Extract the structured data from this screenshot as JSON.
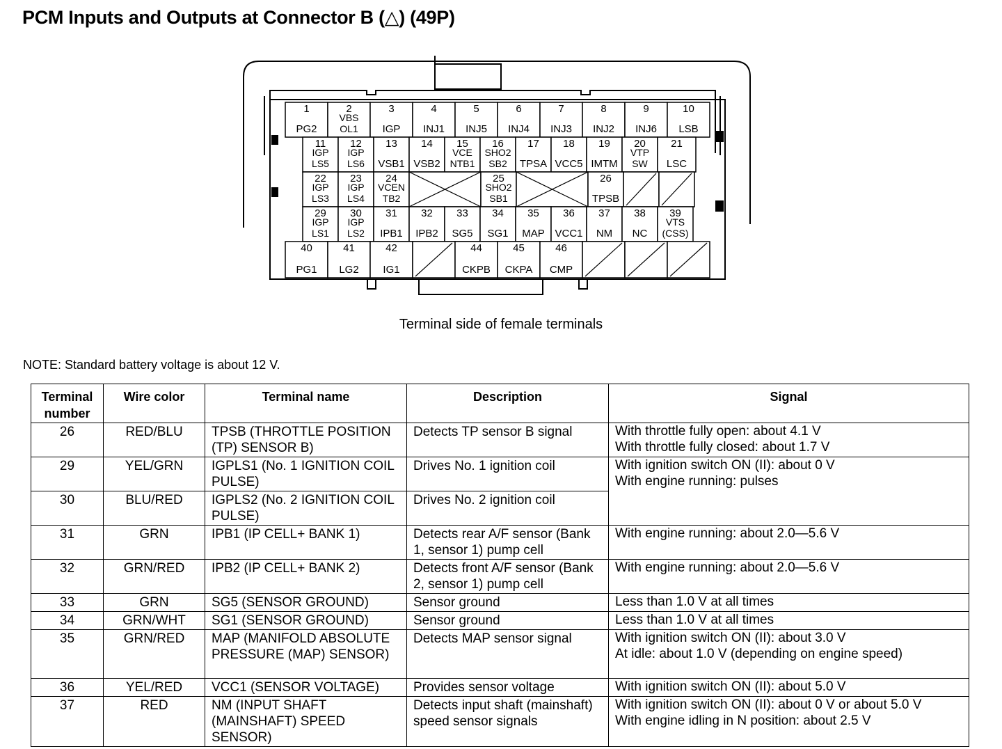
{
  "page": {
    "title": "PCM Inputs and Outputs at Connector B (",
    "title_symbol": "△",
    "title_suffix": ") (49P)",
    "caption": "Terminal side of female terminals",
    "note": "NOTE: Standard battery voltage is about 12 V."
  },
  "connector": {
    "row1": [
      {
        "num": "1",
        "label": "PG2"
      },
      {
        "num": "2",
        "label": "VBS\nOL1"
      },
      {
        "num": "3",
        "label": "IGP"
      },
      {
        "num": "4",
        "label": "INJ1"
      },
      {
        "num": "5",
        "label": "INJ5"
      },
      {
        "num": "6",
        "label": "INJ4"
      },
      {
        "num": "7",
        "label": "INJ3"
      },
      {
        "num": "8",
        "label": "INJ2"
      },
      {
        "num": "9",
        "label": "INJ6"
      },
      {
        "num": "10",
        "label": "LSB"
      }
    ],
    "row2": [
      {
        "num": "11",
        "label": "IGP\nLS5"
      },
      {
        "num": "12",
        "label": "IGP\nLS6"
      },
      {
        "num": "13",
        "label": "VSB1"
      },
      {
        "num": "14",
        "label": "VSB2"
      },
      {
        "num": "15",
        "label": "VCE\nNTB1"
      },
      {
        "num": "16",
        "label": "SHO2\nSB2"
      },
      {
        "num": "17",
        "label": "TPSA"
      },
      {
        "num": "18",
        "label": "VCC5"
      },
      {
        "num": "19",
        "label": "IMTM"
      },
      {
        "num": "20",
        "label": "VTP\nSW"
      },
      {
        "num": "21",
        "label": "LSC"
      }
    ],
    "row3": [
      {
        "num": "22",
        "label": "IGP\nLS3"
      },
      {
        "num": "23",
        "label": "IGP\nLS4"
      },
      {
        "num": "24",
        "label": "VCEN\nTB2"
      },
      {
        "num": "",
        "label": "",
        "empty": "x"
      },
      {
        "num": "25",
        "label": "SHO2\nSB1"
      },
      {
        "num": "",
        "label": "",
        "empty": "x"
      },
      {
        "num": "26",
        "label": "TPSB"
      },
      {
        "num": "",
        "label": "",
        "empty": "slash"
      },
      {
        "num": "",
        "label": "",
        "empty": "slash"
      }
    ],
    "row4": [
      {
        "num": "29",
        "label": "IGP\nLS1"
      },
      {
        "num": "30",
        "label": "IGP\nLS2"
      },
      {
        "num": "31",
        "label": "IPB1"
      },
      {
        "num": "32",
        "label": "IPB2"
      },
      {
        "num": "33",
        "label": "SG5"
      },
      {
        "num": "34",
        "label": "SG1"
      },
      {
        "num": "35",
        "label": "MAP"
      },
      {
        "num": "36",
        "label": "VCC1"
      },
      {
        "num": "37",
        "label": "NM"
      },
      {
        "num": "38",
        "label": "NC"
      },
      {
        "num": "39",
        "label": "VTS\n(CSS)"
      }
    ],
    "row5": [
      {
        "num": "40",
        "label": "PG1"
      },
      {
        "num": "41",
        "label": "LG2"
      },
      {
        "num": "42",
        "label": "IG1"
      },
      {
        "num": "",
        "label": "",
        "empty": "slash"
      },
      {
        "num": "44",
        "label": "CKPB"
      },
      {
        "num": "45",
        "label": "CKPA"
      },
      {
        "num": "46",
        "label": "CMP"
      },
      {
        "num": "",
        "label": "",
        "empty": "slash"
      },
      {
        "num": "",
        "label": "",
        "empty": "slash"
      },
      {
        "num": "",
        "label": "",
        "empty": "slash"
      }
    ]
  },
  "table": {
    "headers": [
      "Terminal number",
      "Wire color",
      "Terminal name",
      "Description",
      "Signal"
    ],
    "rows": [
      {
        "num": "26",
        "color": "RED/BLU",
        "name": "TPSB (THROTTLE POSITION (TP) SENSOR B)",
        "desc": "Detects TP sensor B signal",
        "signal": [
          "With throttle fully open: about 4.1 V",
          "With throttle fully closed: about 1.7 V"
        ]
      },
      {
        "num": "29",
        "color": "YEL/GRN",
        "name": "IGPLS1 (No. 1 IGNITION COIL PULSE)",
        "desc": "Drives No. 1 ignition coil",
        "signal": [
          "With ignition switch ON (II): about 0 V",
          "With engine running: pulses"
        ]
      },
      {
        "num": "30",
        "color": "BLU/RED",
        "name": "IGPLS2 (No. 2 IGNITION COIL PULSE)",
        "desc": "Drives No. 2 ignition coil"
      },
      {
        "num": "31",
        "color": "GRN",
        "name": "IPB1 (IP CELL+ BANK 1)",
        "desc": "Detects rear A/F sensor (Bank 1, sensor 1) pump cell",
        "signal": [
          "With engine running: about 2.0—5.6 V"
        ]
      },
      {
        "num": "32",
        "color": "GRN/RED",
        "name": "IPB2 (IP CELL+ BANK 2)",
        "desc": "Detects front A/F sensor (Bank 2, sensor 1) pump cell",
        "signal": [
          "With engine running: about 2.0—5.6 V"
        ]
      },
      {
        "num": "33",
        "color": "GRN",
        "name": "SG5 (SENSOR GROUND)",
        "desc": "Sensor ground",
        "signal": [
          "Less than 1.0 V at all times"
        ]
      },
      {
        "num": "34",
        "color": "GRN/WHT",
        "name": "SG1 (SENSOR GROUND)",
        "desc": "Sensor ground",
        "signal": [
          "Less than 1.0 V at all times"
        ]
      },
      {
        "num": "35",
        "color": "GRN/RED",
        "name": "MAP (MANIFOLD ABSOLUTE PRESSURE (MAP) SENSOR)",
        "desc": "Detects MAP sensor signal",
        "signal": [
          "With ignition switch ON (II): about 3.0 V",
          "At idle: about 1.0 V (depending on engine speed)"
        ]
      },
      {
        "num": "36",
        "color": "YEL/RED",
        "name": "VCC1 (SENSOR VOLTAGE)",
        "desc": "Provides sensor voltage",
        "signal": [
          "With ignition switch ON (II): about 5.0 V"
        ]
      },
      {
        "num": "37",
        "color": "RED",
        "name": "NM (INPUT SHAFT (MAINSHAFT) SPEED SENSOR)",
        "desc": "Detects input shaft (mainshaft) speed sensor signals",
        "signal": [
          "With ignition switch ON (II): about 0 V or about 5.0 V",
          "With engine idling in N position: about 2.5 V"
        ]
      }
    ]
  }
}
